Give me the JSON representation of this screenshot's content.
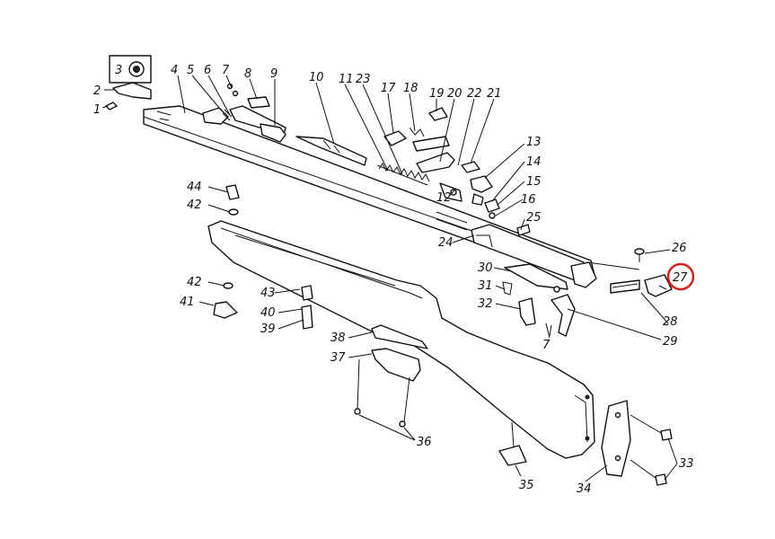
{
  "diagram": {
    "highlight_color": "#d81e1e",
    "highlighted_label": "27",
    "labels": {
      "l1": "1",
      "l2": "2",
      "l3": "3",
      "l4": "4",
      "l5": "5",
      "l6": "6",
      "l7a": "7",
      "l8": "8",
      "l9": "9",
      "l10": "10",
      "l11": "11",
      "l23": "23",
      "l17": "17",
      "l18": "18",
      "l19": "19",
      "l20": "20",
      "l22": "22",
      "l21": "21",
      "l13": "13",
      "l14": "14",
      "l15": "15",
      "l16": "16",
      "l12": "12",
      "l25": "25",
      "l24": "24",
      "l26": "26",
      "l27": "27",
      "l28": "28",
      "l29": "29",
      "l7b": "7",
      "l30": "30",
      "l31": "31",
      "l32": "32",
      "l44": "44",
      "l42a": "42",
      "l42b": "42",
      "l41": "41",
      "l43": "43",
      "l40": "40",
      "l39": "39",
      "l38": "38",
      "l37": "37",
      "l36": "36",
      "l35": "35",
      "l34": "34",
      "l33": "33"
    }
  }
}
